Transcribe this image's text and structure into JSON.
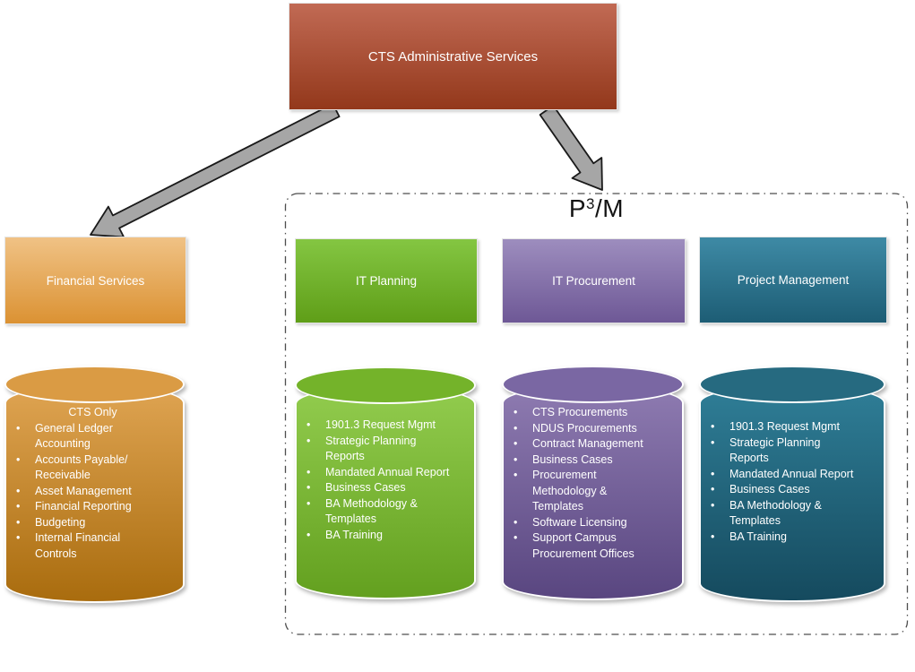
{
  "colors": {
    "red_top": "#c16a54",
    "red_bottom": "#93381b",
    "orange_top": "#f0c285",
    "orange_bottom": "#db9233",
    "orange_lid": "#da9b44",
    "orange_body_top": "#dfa452",
    "orange_body_bottom": "#a96c0e",
    "green_top": "#84c642",
    "green_bottom": "#5f9e18",
    "green_lid": "#74b32a",
    "green_body_top": "#92cc4e",
    "green_body_bottom": "#63a01f",
    "purple_top": "#9d8dbe",
    "purple_bottom": "#6e5896",
    "purple_lid": "#7a67a3",
    "purple_body_top": "#8e7bb1",
    "purple_body_bottom": "#594680",
    "teal_top": "#3e8aa5",
    "teal_bottom": "#1d5d75",
    "teal_lid": "#266a80",
    "teal_body_top": "#2f7e97",
    "teal_body_bottom": "#154a5e",
    "arrow_fill": "#a6a6a6",
    "arrow_stroke": "#1a1a1a",
    "dash_stroke": "#4d4d4d"
  },
  "root_box": {
    "label": "CTS Administrative Services"
  },
  "financial": {
    "header": "Financial Services",
    "heading": "CTS Only",
    "items": [
      "General Ledger\nAccounting",
      "Accounts Payable/\nReceivable",
      "Asset Management",
      "Financial Reporting",
      "Budgeting",
      "Internal Financial\nControls"
    ]
  },
  "p3m": {
    "base": "P",
    "sup": "3",
    "rest": "/M",
    "columns": [
      {
        "header": "IT Planning",
        "items": [
          "1901.3 Request Mgmt",
          "Strategic Planning\nReports",
          "Mandated Annual Report",
          "Business Cases",
          "BA Methodology &\nTemplates",
          "BA Training"
        ]
      },
      {
        "header": "IT Procurement",
        "items": [
          "CTS Procurements",
          "NDUS Procurements",
          "Contract Management",
          "Business Cases",
          "Procurement\nMethodology &\nTemplates",
          "Software Licensing",
          "Support Campus\nProcurement Offices"
        ]
      },
      {
        "header": "Project Management",
        "items": [
          "1901.3 Request Mgmt",
          "Strategic Planning\nReports",
          "Mandated Annual Report",
          "Business Cases",
          "BA Methodology &\nTemplates",
          "BA Training"
        ]
      }
    ]
  }
}
